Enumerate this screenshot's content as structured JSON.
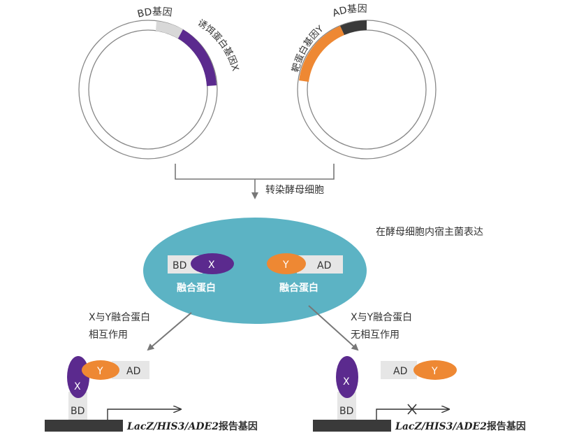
{
  "plasmids": {
    "left": {
      "bd_gene_label": "BD基因",
      "bait_gene_label": "诱饵蛋白基因X"
    },
    "right": {
      "prey_gene_label": "靶蛋白基因Y",
      "ad_gene_label": "AD基因"
    }
  },
  "steps": {
    "transform_label": "转染酵母细胞",
    "express_label": "在酵母细胞内宿主菌表达"
  },
  "cell": {
    "bd": "BD",
    "x": "X",
    "fusion_left": "融合蛋白",
    "y": "Y",
    "ad": "AD",
    "fusion_right": "融合蛋白"
  },
  "outcomes": {
    "left": {
      "line1": "X与Y融合蛋白",
      "line2": "相互作用",
      "x": "X",
      "y": "Y",
      "ad": "AD",
      "bd": "BD",
      "reporter_genes": "LacZ/HIS3/ADE2",
      "reporter_suffix": "报告基因"
    },
    "right": {
      "line1": "X与Y融合蛋白",
      "line2": "无相互作用",
      "x": "X",
      "y": "Y",
      "ad": "AD",
      "bd": "BD",
      "reporter_genes": "LacZ/HIS3/ADE2",
      "reporter_suffix": "报告基因"
    }
  },
  "colors": {
    "purple": "#5b2a8e",
    "orange": "#ee8833",
    "teal": "#5cb3c4",
    "gray_box": "#e6e6e6",
    "dark_bar": "#3a3a3a",
    "arrow": "#777777"
  }
}
